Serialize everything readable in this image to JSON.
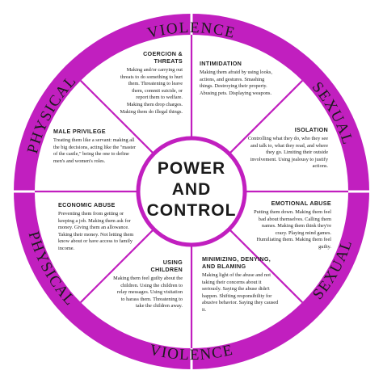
{
  "colors": {
    "ring": "#c11fbf",
    "spokes": "#c11fbf",
    "hub_border": "#c11fbf",
    "background": "#ffffff"
  },
  "ring_labels": {
    "top_left": "PHYSICAL",
    "top": "VIOLENCE",
    "top_right": "SEXUAL",
    "bottom_left": "PHYSICAL",
    "bottom": "VIOLENCE",
    "bottom_right": "SEXUAL"
  },
  "hub": {
    "line1": "POWER",
    "line2": "AND",
    "line3": "CONTROL"
  },
  "segments": {
    "coercion": {
      "title": "COERCION & THREATS",
      "body": "Making and/or carrying out threats to do something to hurt them. Threatening to leave them, commit suicide, or report them to welfare. Making them drop charges. Making them do illegal things."
    },
    "intimidation": {
      "title": "INTIMIDATION",
      "body": "Making them afraid by using looks, actions, and gestures. Smashing things. Destroying their property. Abusing pets. Displaying weapons."
    },
    "isolation": {
      "title": "ISOLATION",
      "body": "Controlling what they do, who they see and talk to, what they read, and where they go. Limiting their outside involvement. Using jealousy to justify actions."
    },
    "emotional_abuse": {
      "title": "EMOTIONAL ABUSE",
      "body": "Putting them down. Making them feel bad about themselves. Calling them names. Making them think they're crazy. Playing mind games. Humiliating them. Making them feel guilty."
    },
    "minimizing": {
      "title": "MINIMIZING, DENYING, AND BLAMING",
      "body": "Making light of the abuse and not taking their concerns about it seriously. Saying the abuse didn't happen. Shifting responsibility for abusive behavior. Saying they caused it."
    },
    "using_children": {
      "title": "USING CHILDREN",
      "body": "Making them feel guilty about the children. Using the children to relay messages. Using visitation to harass them. Threatening to take the children away."
    },
    "economic_abuse": {
      "title": "ECONOMIC ABUSE",
      "body": "Preventing them from getting or keeping a job. Making them ask for money. Giving them an allowance. Taking their money. Not letting them know about or have access to family income."
    },
    "male_privilege": {
      "title": "MALE PRIVILEGE",
      "body": "Treating them like a servant: making all the big decisions, acting like the \"master of the castle,\" being the one to define men's and women's roles."
    }
  }
}
